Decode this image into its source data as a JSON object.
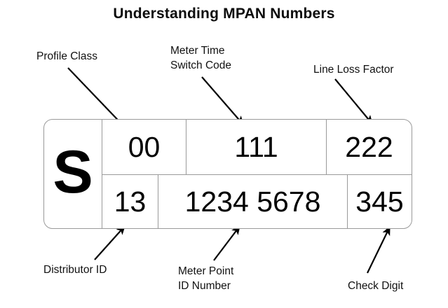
{
  "title": "Understanding  MPAN  Numbers",
  "colors": {
    "background": "#ffffff",
    "text": "#000000",
    "border": "#9a9a9a",
    "arrow": "#000000"
  },
  "mpan": {
    "supplier_letter": "S",
    "top_row": [
      {
        "key": "profile_class",
        "value": "00"
      },
      {
        "key": "meter_time_switch_code",
        "value": "111"
      },
      {
        "key": "line_loss_factor",
        "value": "222"
      }
    ],
    "bottom_row": [
      {
        "key": "distributor_id",
        "value": "13"
      },
      {
        "key": "meter_point_id_number",
        "value": "1234 5678"
      },
      {
        "key": "check_digit",
        "value": "345"
      }
    ]
  },
  "callouts": {
    "profile_class": "Profile Class",
    "meter_time_switch_code": "Meter Time\nSwitch Code",
    "line_loss_factor": "Line Loss Factor",
    "distributor_id": "Distributor ID",
    "meter_point_id_number": "Meter Point\nID Number",
    "check_digit": "Check Digit"
  }
}
